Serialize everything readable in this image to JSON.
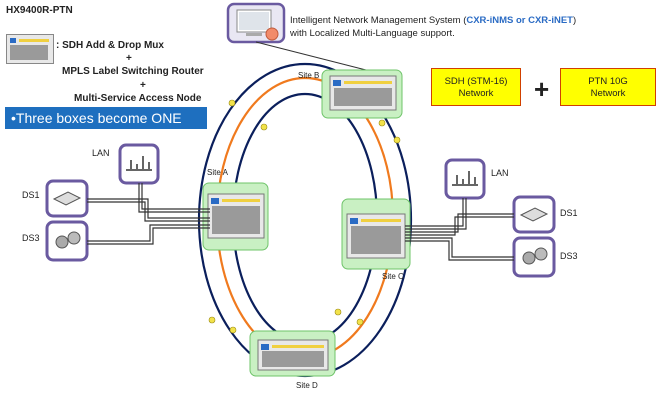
{
  "header": {
    "product": "HX9400R-PTN",
    "line1": ": SDH Add & Drop Mux",
    "plus1": "+",
    "line2": "MPLS Label Switching Router",
    "plus2": "+",
    "line3": "Multi-Service Access Node",
    "banner": "•Three boxes become ONE"
  },
  "nms": {
    "line1_prefix": "Intelligent Network Management System (",
    "line1_highlight": "CXR-iNMS or CXR-iNET",
    "line1_suffix": ")",
    "line2": "with Localized Multi-Language support."
  },
  "networks": {
    "sdh_line1": "SDH (STM-16)",
    "sdh_line2": "Network",
    "plus": "+",
    "ptn_line1": "PTN 10G",
    "ptn_line2": "Network"
  },
  "sites": {
    "a": "Site A",
    "b": "Site B",
    "c": "Site C",
    "d": "Site D"
  },
  "interfaces": {
    "lan_left": "LAN",
    "ds1_left": "DS1",
    "ds3_left": "DS3",
    "lan_right": "LAN",
    "ds1_right": "DS1",
    "ds3_right": "DS3"
  },
  "colors": {
    "sdh_ring": "#0b1f5c",
    "ptn_ring": "#f07a1e",
    "site_fill": "#c9f0c3",
    "site_border": "#6fc46a",
    "iface_border": "#6a5aa0",
    "banner": "#1e6fbf"
  }
}
